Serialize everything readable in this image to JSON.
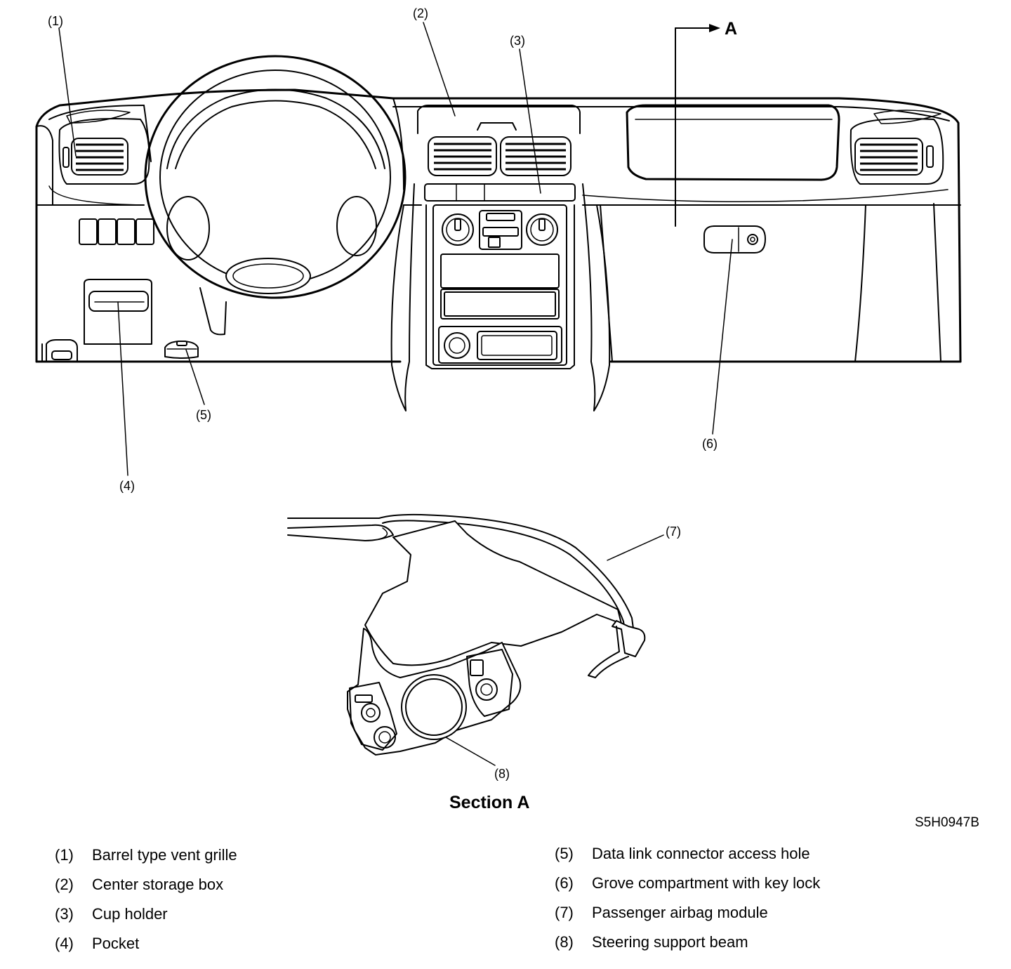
{
  "figure": {
    "callouts": {
      "c1": "(1)",
      "c2": "(2)",
      "c3": "(3)",
      "c4": "(4)",
      "c5": "(5)",
      "c6": "(6)",
      "c7": "(7)",
      "c8": "(8)"
    },
    "section_arrow_label": "A",
    "section_title": "Section A",
    "figure_code": "S5H0947B"
  },
  "legend": {
    "items": [
      {
        "num": "(1)",
        "text": "Barrel type vent grille"
      },
      {
        "num": "(2)",
        "text": "Center storage box"
      },
      {
        "num": "(3)",
        "text": "Cup holder"
      },
      {
        "num": "(4)",
        "text": "Pocket"
      },
      {
        "num": "(5)",
        "text": "Data link connector access hole"
      },
      {
        "num": "(6)",
        "text": "Grove compartment with key lock"
      },
      {
        "num": "(7)",
        "text": "Passenger airbag module"
      },
      {
        "num": "(8)",
        "text": "Steering support beam"
      }
    ]
  }
}
